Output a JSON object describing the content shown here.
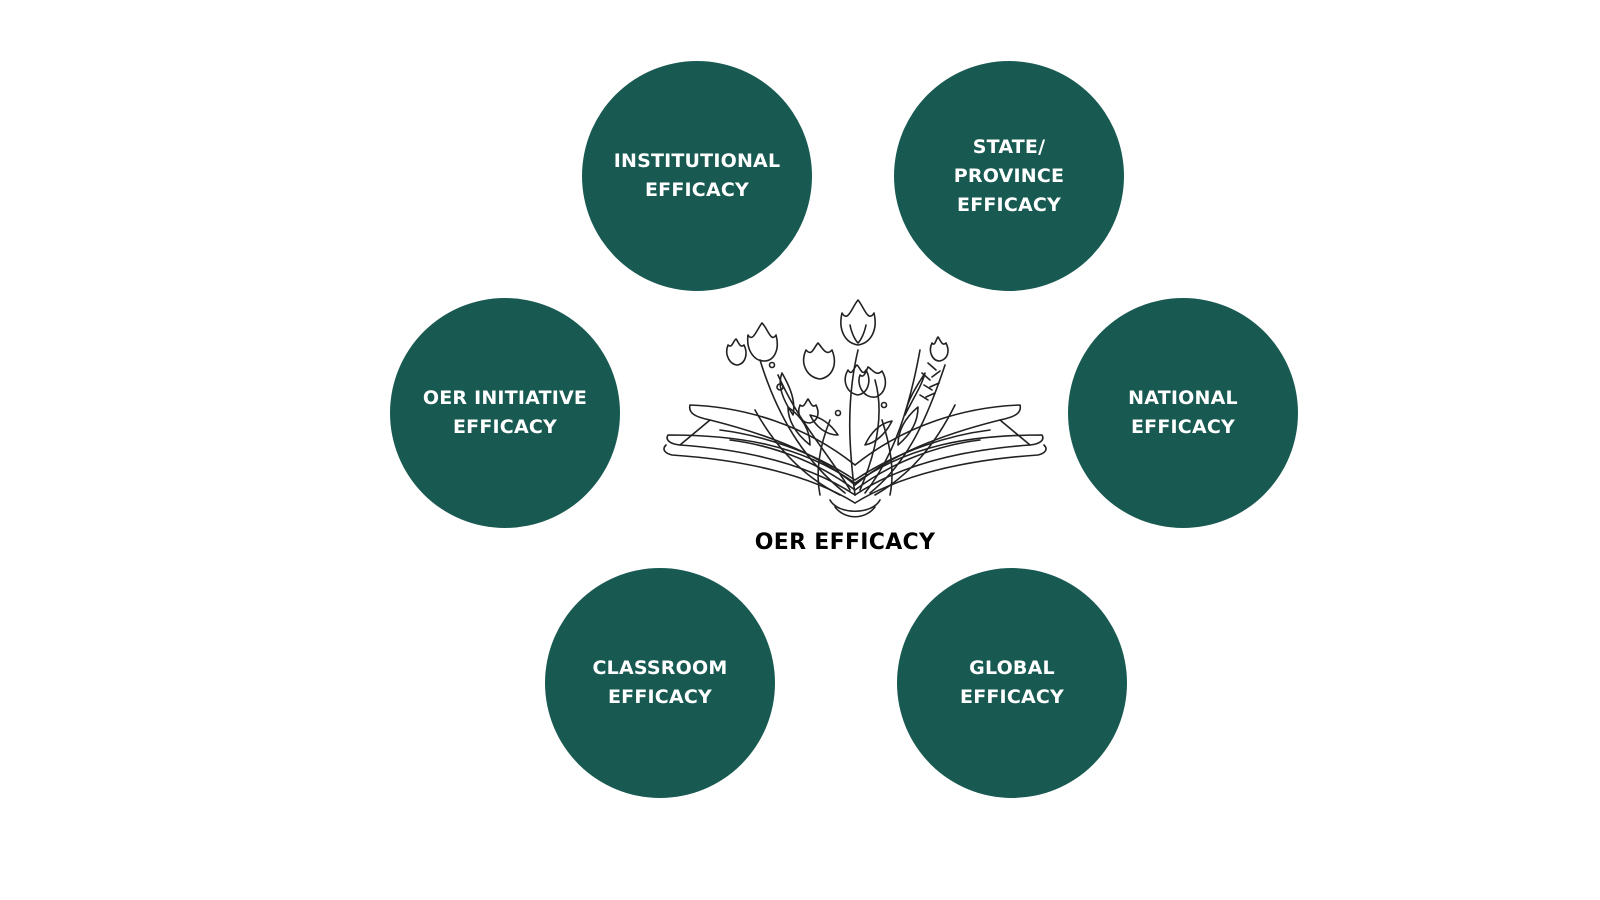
{
  "center": {
    "title": "OER EFFICACY",
    "illustration_icon": "open-book-with-flowers-icon"
  },
  "nodes": [
    {
      "id": "institutional",
      "label": "INSTITUTIONAL\nEFFICACY"
    },
    {
      "id": "state",
      "label": "STATE/\nPROVINCE\nEFFICACY"
    },
    {
      "id": "initiative",
      "label": "OER INITIATIVE\nEFFICACY"
    },
    {
      "id": "national",
      "label": "NATIONAL\nEFFICACY"
    },
    {
      "id": "classroom",
      "label": "CLASSROOM\nEFFICACY"
    },
    {
      "id": "global",
      "label": "GLOBAL\nEFFICACY"
    }
  ],
  "colors": {
    "circle_fill": "#185a52",
    "circle_text": "#ffffff",
    "center_text": "#000000",
    "line_art": "#222222"
  }
}
